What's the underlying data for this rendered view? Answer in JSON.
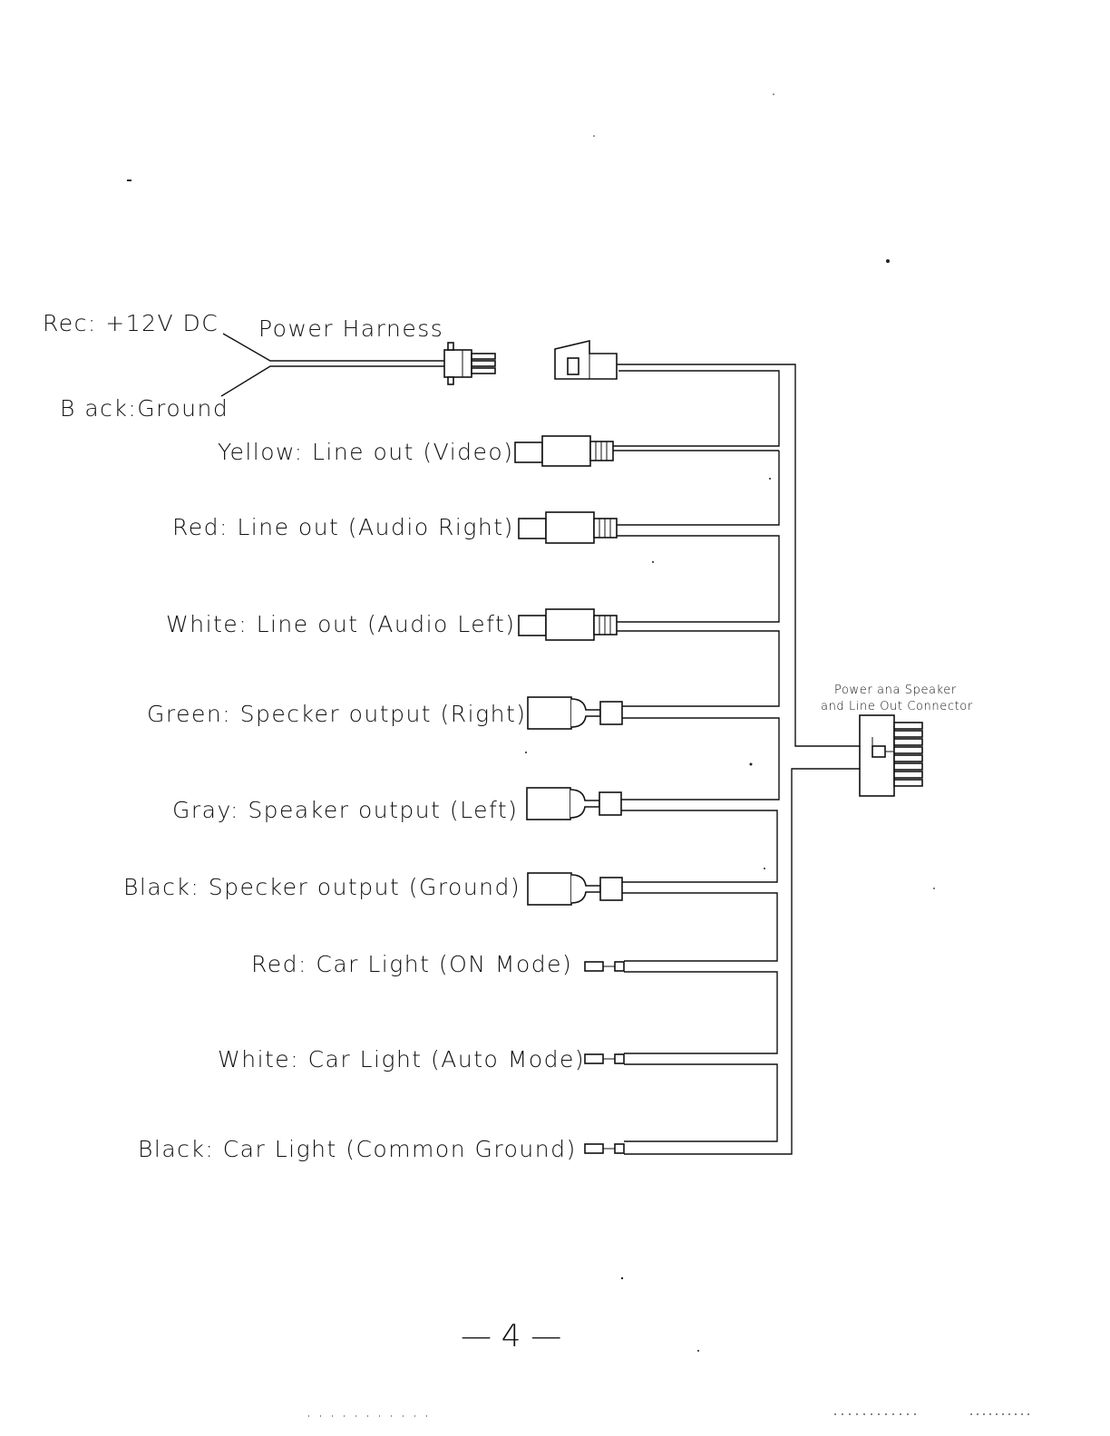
{
  "power_harness": {
    "title": "Power Harness",
    "red_label": "Rec: +12V DC",
    "black_label": "B ack:Ground"
  },
  "connector_label": {
    "line1": "Power ana Speaker",
    "line2": "and Line Out Connector"
  },
  "wires": [
    {
      "id": "yellow-video",
      "label": "Yellow: Line out (Video)",
      "type": "rca"
    },
    {
      "id": "red-audio-right",
      "label": "Red: Line out (Audio Right)",
      "type": "rca"
    },
    {
      "id": "white-audio-left",
      "label": "White: Line out (Audio Left)",
      "type": "rca"
    },
    {
      "id": "green-speaker-right",
      "label": "Green: Specker output (Right)",
      "type": "spade"
    },
    {
      "id": "gray-speaker-left",
      "label": "Gray: Speaker output (Left)",
      "type": "spade"
    },
    {
      "id": "black-speaker-ground",
      "label": "Black: Specker output (Ground)",
      "type": "spade"
    },
    {
      "id": "red-car-light-on",
      "label": "Red: Car Light (ON Mode)",
      "type": "pin"
    },
    {
      "id": "white-car-light-auto",
      "label": "White: Car Light (Auto Mode)",
      "type": "pin"
    },
    {
      "id": "black-car-light-ground",
      "label": "Black: Car Light (Common Ground)",
      "type": "pin"
    }
  ],
  "page_number": "— 4 —"
}
